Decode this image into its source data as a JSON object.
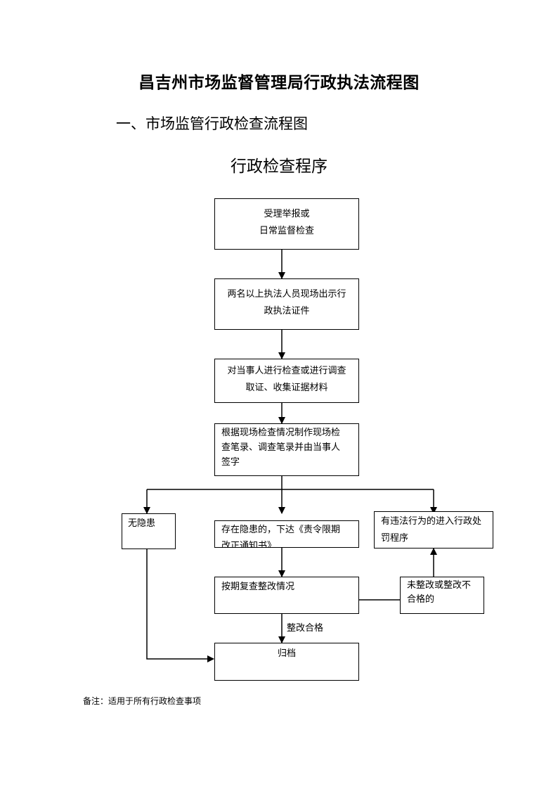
{
  "document_title": "昌吉州市场监督管理局行政执法流程图",
  "section_heading": "一、市场监管行政检查流程图",
  "procedure_title": "行政检查程序",
  "nodes": {
    "accept": {
      "line1": "受理举报或",
      "line2": "日常监督检查"
    },
    "show_credentials": {
      "line1": "两名以上执法人员现场出示行",
      "line2": "政执法证件"
    },
    "inspect": {
      "line1": "对当事人进行检查或进行调查",
      "line2": "取证、收集证据材料"
    },
    "record": {
      "line1": "根据现场检查情况制作现场检",
      "line2": "查笔录、调查笔录并由当事人",
      "line3": "签字"
    },
    "no_hazard": {
      "line1": "无隐患"
    },
    "hazard": {
      "line1": "存在隐患的，下达《责令限期",
      "line2": "改正通知书》"
    },
    "violation": {
      "line1": "有违法行为的进入行政处",
      "line2": "罚程序"
    },
    "review": {
      "line1": "按期复查整改情况"
    },
    "not_corrected": {
      "line1": "未整改或整改不",
      "line2": "合格的"
    },
    "archive": {
      "line1": "归档"
    }
  },
  "edge_labels": {
    "corrected": "整改合格"
  },
  "note": "备注：适用于所有行政检查事项"
}
